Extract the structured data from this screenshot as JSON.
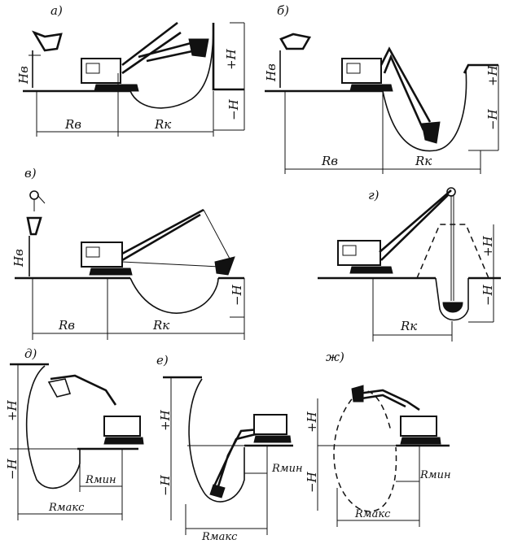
{
  "panels": {
    "a": {
      "label": "а)",
      "hv": "Нв",
      "rv": "Rв",
      "rk": "Rк",
      "plus_h": "+Н",
      "minus_h": "−Н"
    },
    "b": {
      "label": "б)",
      "hv": "Нв",
      "rv": "Rв",
      "rk": "Rк",
      "plus_h": "+Н",
      "minus_h": "−Н"
    },
    "v": {
      "label": "в)",
      "hv": "Нв",
      "rv": "Rв",
      "rk": "Rк",
      "minus_h": "−Н"
    },
    "g": {
      "label": "г)",
      "rk": "Rк",
      "plus_h": "+Н",
      "minus_h": "−Н"
    },
    "d": {
      "label": "д)",
      "plus_h": "+Н",
      "minus_h": "−Н",
      "rmin": "Rмин",
      "rmax": "Rмакс"
    },
    "e": {
      "label": "е)",
      "plus_h": "+Н",
      "minus_h": "−Н",
      "rmin": "Rмин",
      "rmax": "Rмакс"
    },
    "zh": {
      "label": "ж)",
      "plus_h": "+Н",
      "minus_h": "−Н",
      "rmin": "Rмин",
      "rmax": "Rмакс"
    }
  }
}
